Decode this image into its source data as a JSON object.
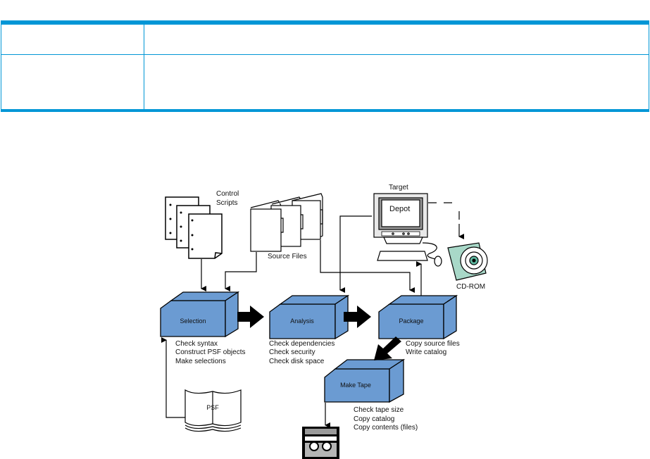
{
  "table": {
    "rows": [
      {
        "col1": "",
        "col2": ""
      },
      {
        "col1": "",
        "col2": ""
      }
    ],
    "border_color": "#0096d6"
  },
  "diagram": {
    "box_color": "#6b9bd2",
    "nodes": {
      "control_scripts": {
        "label_line1": "Control",
        "label_line2": "Scripts"
      },
      "source_files": {
        "label": "Source Files"
      },
      "target": {
        "label": "Target",
        "screen_label": "Depot"
      },
      "cdrom": {
        "label": "CD-ROM"
      },
      "selection": {
        "label": "Selection",
        "notes": [
          "Check syntax",
          "Construct PSF objects",
          "Make selections"
        ]
      },
      "analysis": {
        "label": "Analysis",
        "notes": [
          "Check dependencies",
          "Check security",
          "Check disk space"
        ]
      },
      "package": {
        "label": "Package",
        "notes": [
          "Copy source files",
          "Write catalog"
        ]
      },
      "make_tape": {
        "label": "Make Tape",
        "notes": [
          "Check tape size",
          "Copy catalog",
          "Copy contents (files)"
        ]
      },
      "psf": {
        "label": "PSF"
      }
    }
  }
}
